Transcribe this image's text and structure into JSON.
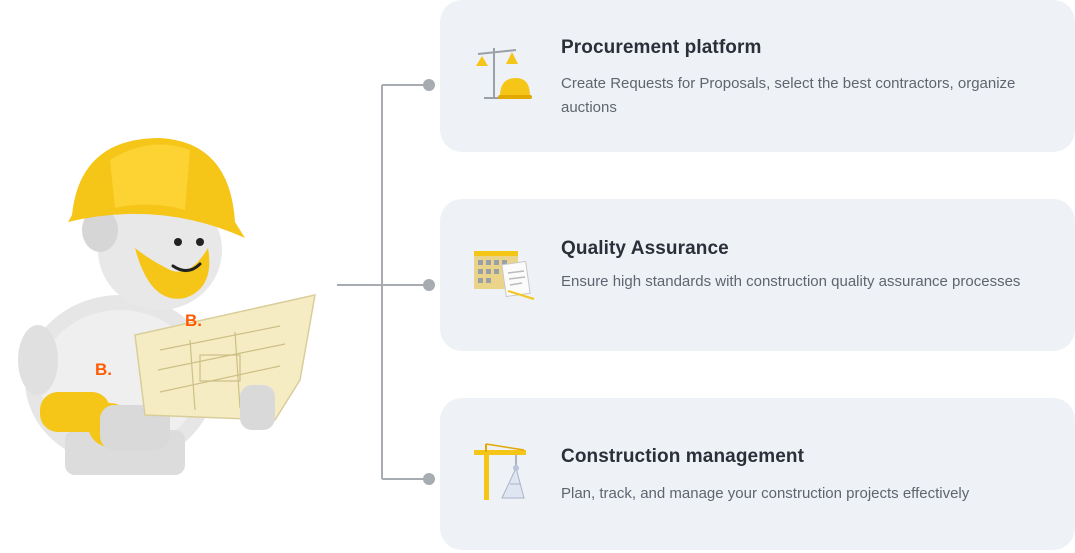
{
  "services": [
    {
      "title": "Procurement platform",
      "description": "Create Requests for Proposals, select the best contractors, organize auctions",
      "icon": "scales-helmet-icon"
    },
    {
      "title": "Quality Assurance",
      "description": "Ensure high standards with construction quality assurance processes",
      "icon": "building-checklist-icon"
    },
    {
      "title": "Construction management",
      "description": "Plan, track, and manage your construction projects effectively",
      "icon": "crane-icon"
    }
  ],
  "mascot": {
    "badge_text": "B.",
    "icon": "robot-builder-illustration"
  },
  "colors": {
    "card_bg": "#eef1f5",
    "accent_yellow": "#f5c518",
    "accent_orange": "#ff5a00",
    "connector": "#a7abb2"
  }
}
